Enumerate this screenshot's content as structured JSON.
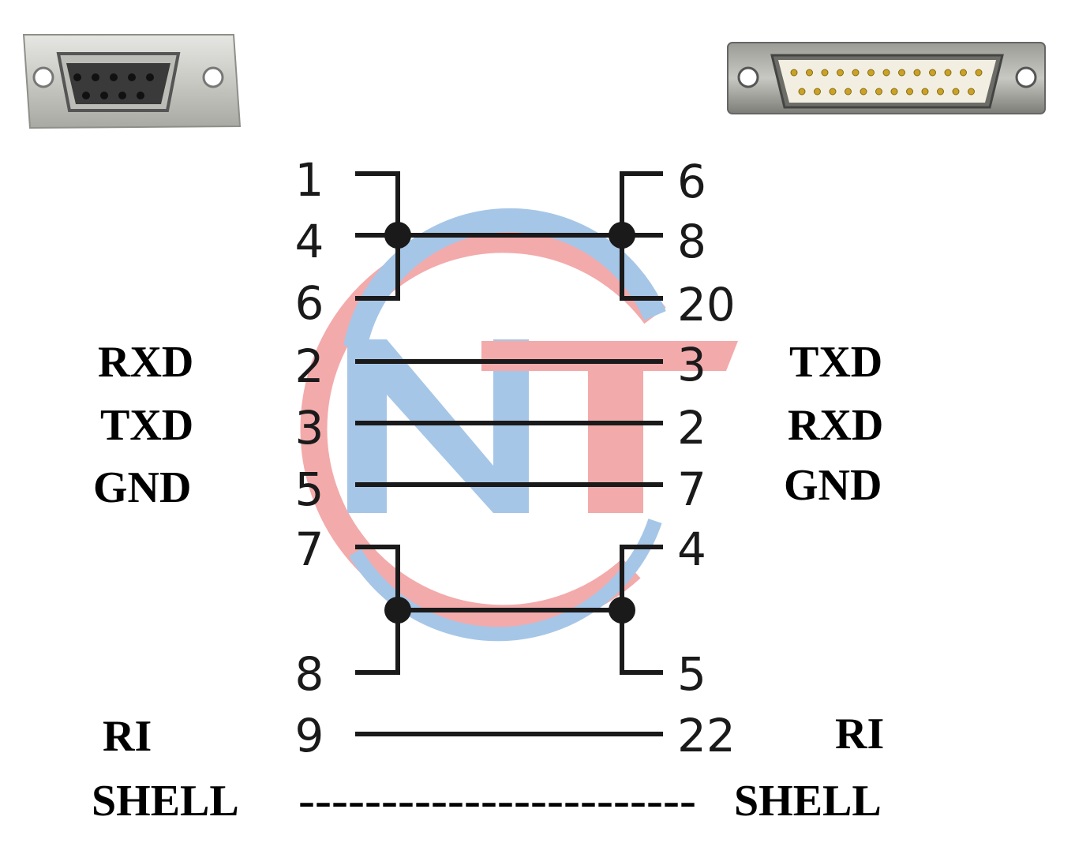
{
  "colors": {
    "wire": "#1a1a1a",
    "logo_red": "#e8585a",
    "logo_blue": "#4f8ed0"
  },
  "left_connector": {
    "name": "db9-female-connector-image"
  },
  "right_connector": {
    "name": "db25-male-connector-image"
  },
  "logo": {
    "text": "NT",
    "name": "nt-logo-watermark"
  },
  "left_pins": [
    "1",
    "4",
    "6",
    "2",
    "3",
    "5",
    "7",
    "8",
    "9"
  ],
  "right_pins": [
    "6",
    "8",
    "20",
    "3",
    "2",
    "7",
    "4",
    "5",
    "22"
  ],
  "left_signals": {
    "rxd": "RXD",
    "txd": "TXD",
    "gnd": "GND",
    "ri": "RI",
    "shell": "SHELL"
  },
  "right_signals": {
    "txd": "TXD",
    "rxd": "RXD",
    "gnd": "GND",
    "ri": "RI",
    "shell": "SHELL"
  },
  "shell_line": "------------------------"
}
